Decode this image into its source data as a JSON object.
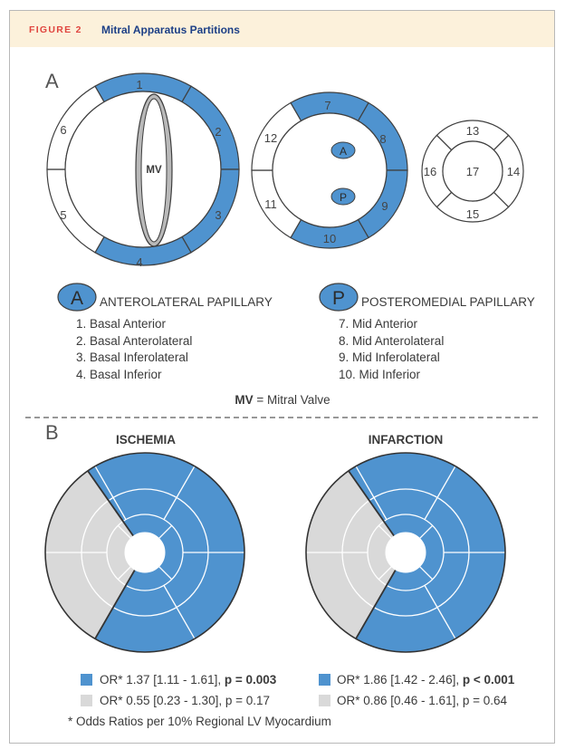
{
  "figure": {
    "label": "FIGURE 2",
    "title": "Mitral Apparatus Partitions"
  },
  "colors": {
    "blue": "#4f93cf",
    "gray": "#d9d9d9",
    "label_red": "#e0453f",
    "title_navy": "#1c3f86",
    "header_bg": "#fcf1db"
  },
  "panel_a": {
    "letter": "A",
    "mv_label": "MV",
    "basal_segments": [
      "1",
      "2",
      "3",
      "4",
      "5",
      "6"
    ],
    "mid_segments": [
      "7",
      "8",
      "9",
      "10",
      "11",
      "12"
    ],
    "apical_segments": [
      "13",
      "14",
      "15",
      "16",
      "17"
    ],
    "marker_a": "A",
    "marker_p": "P",
    "anterolateral": {
      "badge": "A",
      "heading": "ANTEROLATERAL PAPILLARY",
      "items": [
        "1. Basal Anterior",
        "2. Basal Anterolateral",
        "3. Basal Inferolateral",
        "4. Basal Inferior"
      ]
    },
    "posteromedial": {
      "badge": "P",
      "heading": "POSTEROMEDIAL PAPILLARY",
      "items": [
        "7.  Mid Anterior",
        "8.  Mid Anterolateral",
        "9.  Mid Inferolateral",
        "10. Mid Inferior"
      ]
    },
    "mv_note_abbr": "MV",
    "mv_note_rest": " = Mitral Valve"
  },
  "panel_b": {
    "letter": "B",
    "ischemia": {
      "title": "ISCHEMIA",
      "legend_blue": {
        "text": "OR* 1.37 [1.11 - 1.61], ",
        "p": "p = 0.003"
      },
      "legend_gray": {
        "text": "OR* 0.55 [0.23 - 1.30], p = 0.17"
      }
    },
    "infarction": {
      "title": "INFARCTION",
      "legend_blue": {
        "text": "OR* 1.86 [1.42 - 2.46], ",
        "p": "p < 0.001"
      },
      "legend_gray": {
        "text": "OR* 0.86 [0.46 - 1.61], p = 0.64"
      }
    },
    "footnote": "* Odds Ratios per 10% Regional LV Myocardium"
  }
}
